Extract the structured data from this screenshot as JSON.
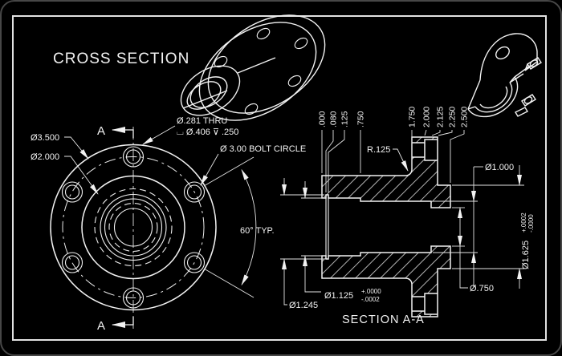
{
  "title": "CROSS SECTION",
  "front_view": {
    "d_flange": "Ø3.500",
    "d_boss": "Ø2.000",
    "hole_note_line1": "Ø.281 THRU",
    "hole_note_line2": "⌴ Ø.406 ⊽ .250",
    "bolt_circle_note": "Ø 3.00 BOLT CIRCLE",
    "angle_note": "60° TYP.",
    "section_letter": "A"
  },
  "section_view": {
    "label": "SECTION A-A",
    "ordinates": [
      ".000",
      ".080",
      ".125",
      ".750",
      "1.750",
      "2.000",
      "2.125",
      "2.250",
      "2.500"
    ],
    "fillet": "R.125",
    "d1000": "Ø1.000",
    "d750": "Ø.750",
    "d1245": "Ø1.245",
    "d1125": "Ø1.125",
    "d1125_tol_upper": "+.0000",
    "d1125_tol_lower": "-.0002",
    "d1625": "Ø1.625",
    "d1625_tol_upper": "+.0002",
    "d1625_tol_lower": "-.0000"
  }
}
